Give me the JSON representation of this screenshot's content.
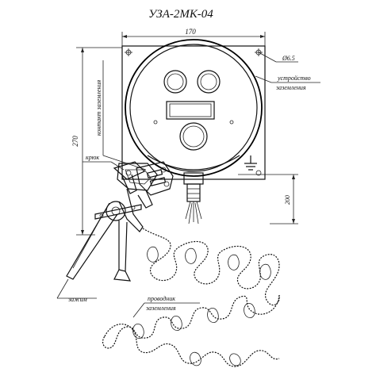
{
  "title": "УЗА-2МК-04",
  "dimensions": {
    "width": "170",
    "height": "270",
    "hole": "Ø6.5",
    "offset": "200"
  },
  "labels": {
    "grounding_device_line1": "устройство",
    "grounding_device_line2": "заземления",
    "grounding_contact": "контакт заземления",
    "latch": "крюк",
    "clamp": "зажим",
    "wire_line1": "проводник",
    "wire_line2": "заземления"
  }
}
